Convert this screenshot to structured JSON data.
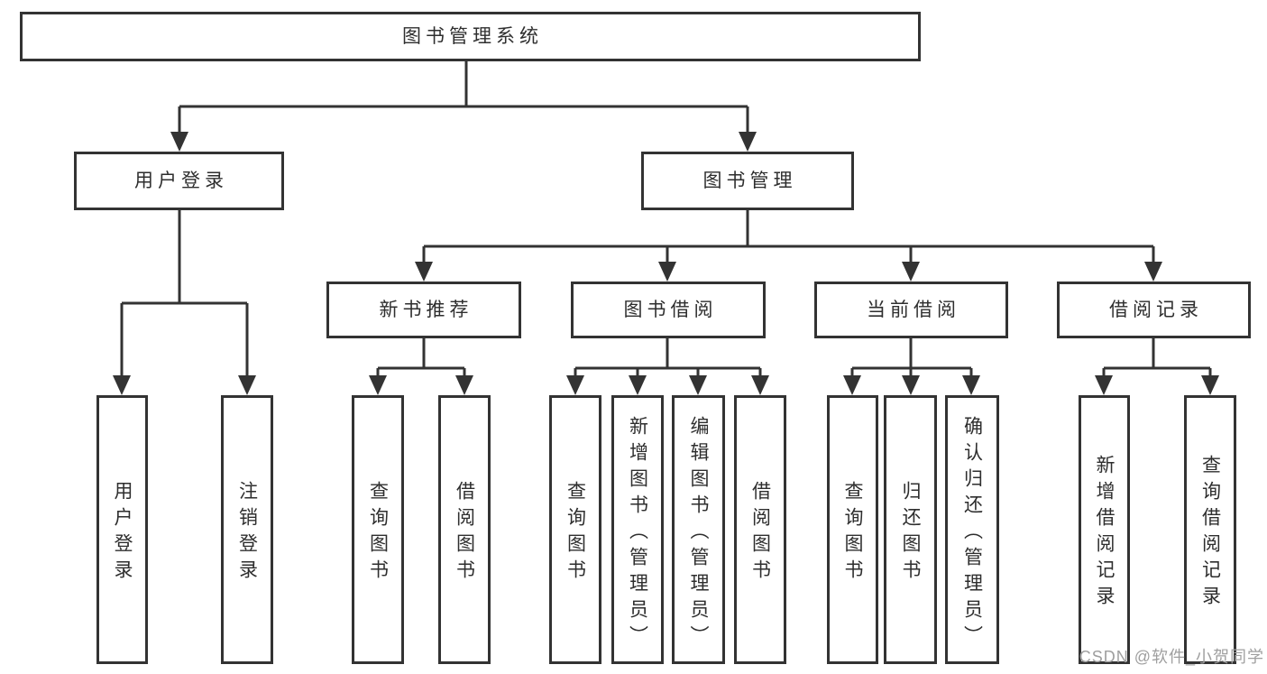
{
  "tree": {
    "root": {
      "label": "图书管理系统"
    },
    "user_module": {
      "label": "用户登录",
      "children": [
        {
          "label": "用户登录"
        },
        {
          "label": "注销登录"
        }
      ]
    },
    "book_module": {
      "label": "图书管理",
      "sections": [
        {
          "label": "新书推荐",
          "children": [
            {
              "label": "查询图书"
            },
            {
              "label": "借阅图书"
            }
          ]
        },
        {
          "label": "图书借阅",
          "children": [
            {
              "label": "查询图书"
            },
            {
              "label": "新增图书（管理员）"
            },
            {
              "label": "编辑图书（管理员）"
            },
            {
              "label": "借阅图书"
            }
          ]
        },
        {
          "label": "当前借阅",
          "children": [
            {
              "label": "查询图书"
            },
            {
              "label": "归还图书"
            },
            {
              "label": "确认归还（管理员）"
            }
          ]
        },
        {
          "label": "借阅记录",
          "children": [
            {
              "label": "新增借阅记录"
            },
            {
              "label": "查询借阅记录"
            }
          ]
        }
      ]
    }
  },
  "watermark": {
    "text": "CSDN @软件_小贺同学"
  },
  "colors": {
    "line": "#333333",
    "box_border": "#333333",
    "text": "#2e2e2e",
    "background": "#ffffff",
    "watermark": "#9f9f9f"
  }
}
